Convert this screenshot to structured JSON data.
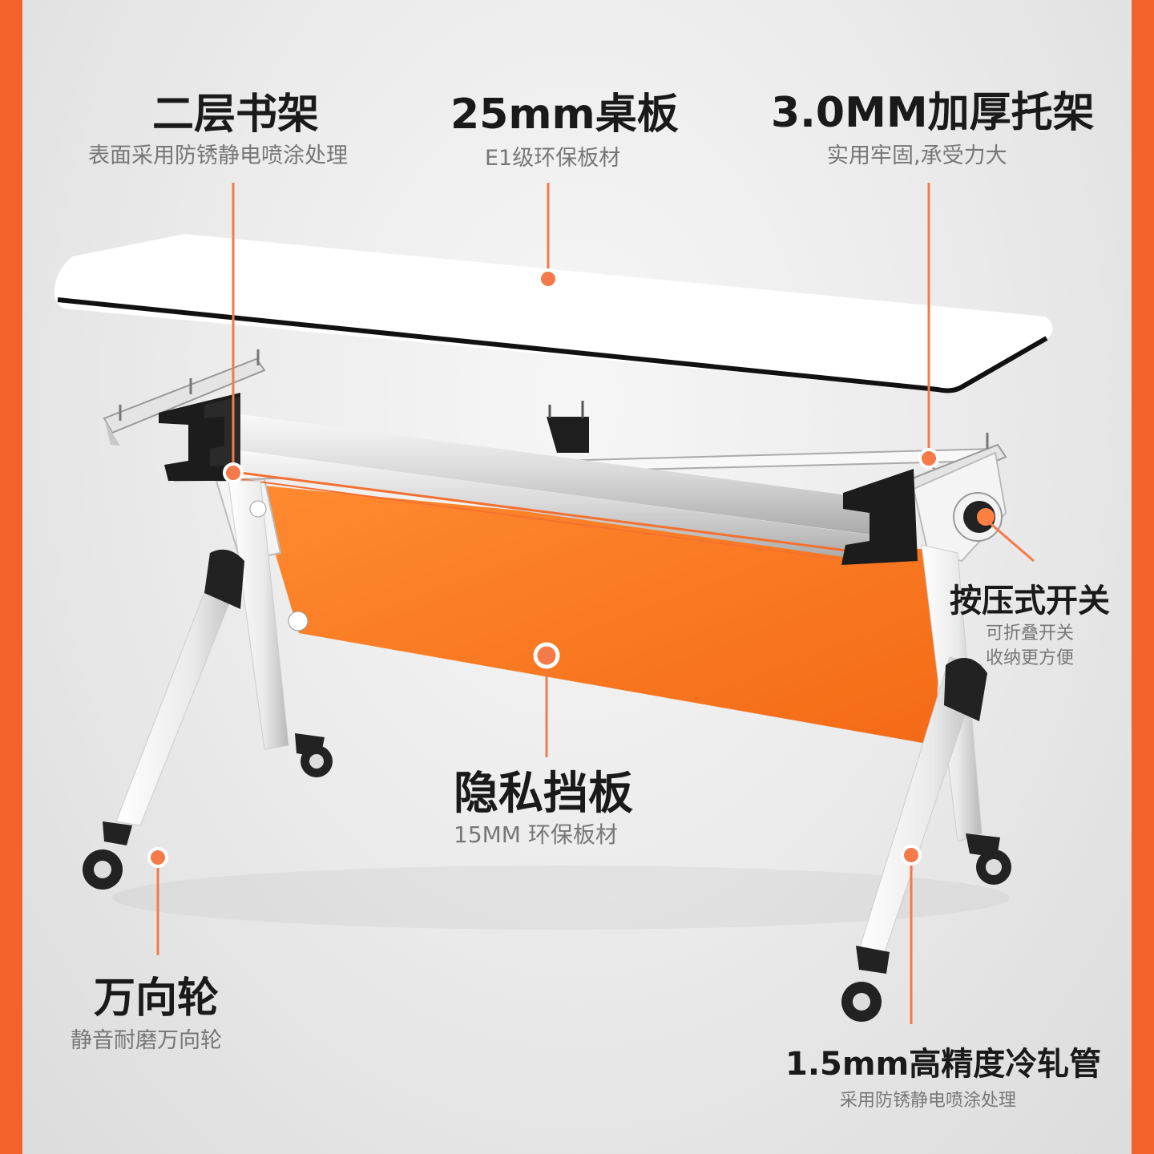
{
  "callouts": {
    "shelf": {
      "title": "二层书架",
      "subtitle": "表面采用防锈静电喷涂处理"
    },
    "top": {
      "title": "25mm桌板",
      "subtitle": "E1级环保板材"
    },
    "bracket": {
      "title": "3.0MM加厚托架",
      "subtitle": "实用牢固,承受力大"
    },
    "switch": {
      "title": "按压式开关",
      "subtitle_line1": "可折叠开关",
      "subtitle_line2": "收纳更方便"
    },
    "modesty": {
      "title": "隐私挡板",
      "subtitle": "15MM 环保板材"
    },
    "wheel": {
      "title": "万向轮",
      "subtitle": "静音耐磨万向轮"
    },
    "tube": {
      "title": "1.5mm高精度冷轧管",
      "subtitle": "采用防锈静电喷涂处理"
    }
  },
  "colors": {
    "accent": "#f2622a",
    "panel": "#ff7a22",
    "dot": "#f47a4a"
  }
}
